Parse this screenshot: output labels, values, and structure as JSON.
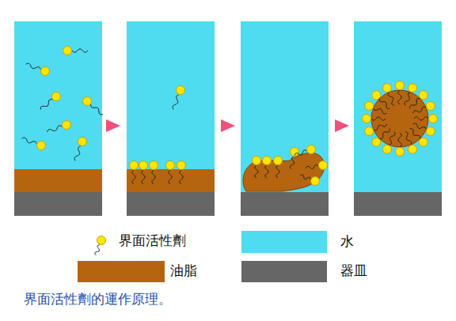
{
  "diagram": {
    "caption": "界面活性劑的運作原理。",
    "legend": [
      {
        "text": "界面活性劑"
      },
      {
        "text": "水",
        "color": "#4fdcf0"
      },
      {
        "text": "油脂",
        "color": "#b5650f"
      },
      {
        "text": "器皿",
        "color": "#666666"
      }
    ]
  }
}
